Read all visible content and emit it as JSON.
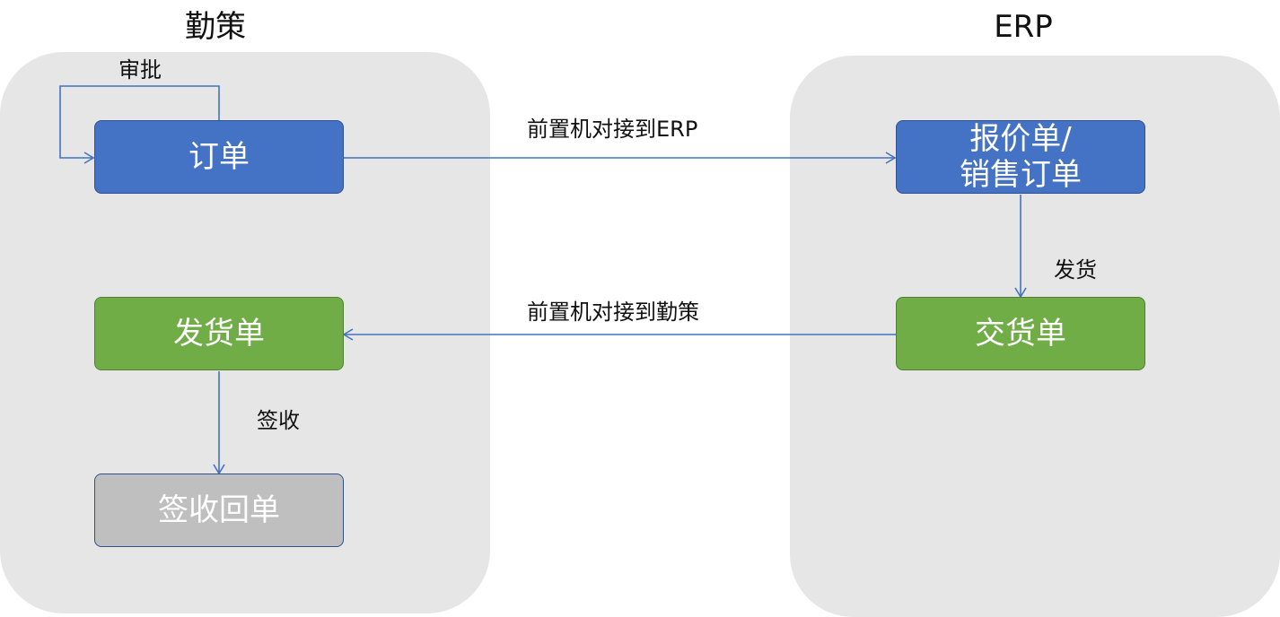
{
  "lanes": {
    "left": {
      "title": "勤策"
    },
    "right": {
      "title": "ERP"
    }
  },
  "nodes": {
    "order": "订单",
    "shipping_order": "发货单",
    "sign_receipt": "签收回单",
    "quote_sales_order": "报价单/\n销售订单",
    "delivery_order": "交货单"
  },
  "edges": {
    "approve": "审批",
    "to_erp": "前置机对接到ERP",
    "to_qince": "前置机对接到勤策",
    "ship": "发货",
    "sign": "签收"
  },
  "colors": {
    "blue": "#4472c4",
    "green": "#70ad47",
    "gray": "#bfbfbf",
    "lane": "#e6e6e6",
    "arrow": "#4472c4"
  }
}
